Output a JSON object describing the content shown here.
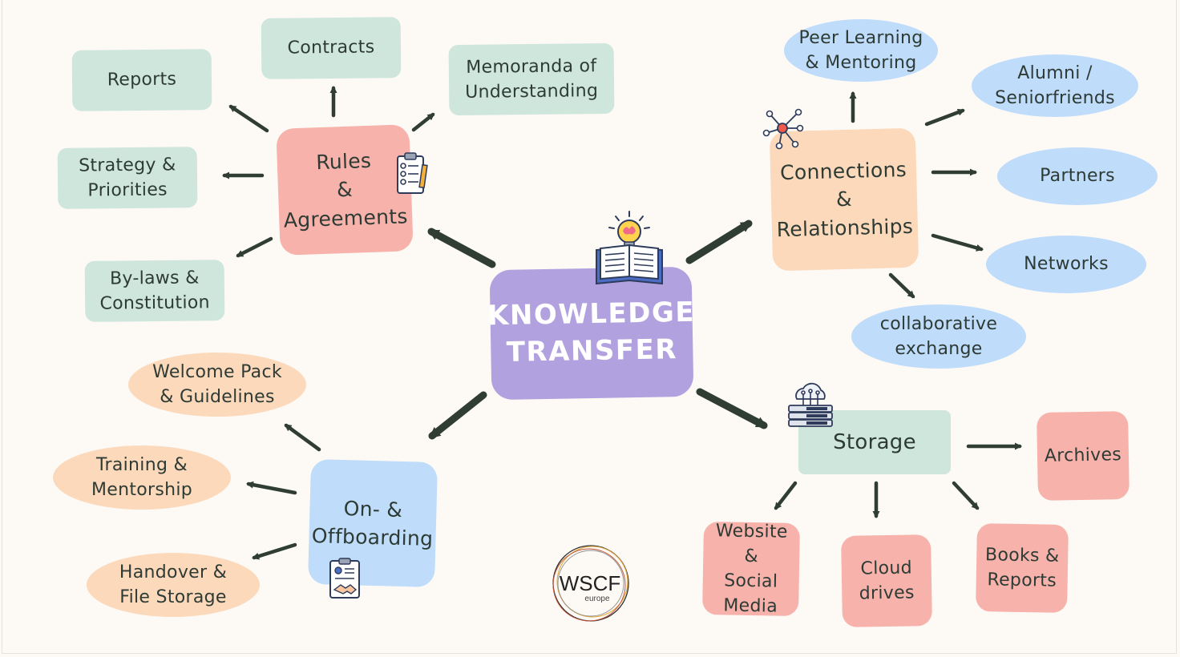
{
  "center": {
    "title": "KNOWLEDGE\nTRANSFER",
    "icon": "book-lightbulb-icon"
  },
  "hubs": {
    "rules": {
      "label": "Rules\n&\nAgreements",
      "icon": "clipboard-checklist-icon"
    },
    "connections": {
      "label": "Connections\n&\nRelationships",
      "icon": "network-nodes-icon"
    },
    "onboarding": {
      "label": "On- &\nOffboarding",
      "icon": "handshake-document-icon"
    },
    "storage": {
      "label": "Storage",
      "icon": "cloud-server-icon"
    }
  },
  "rules_items": [
    {
      "label": "Reports"
    },
    {
      "label": "Contracts"
    },
    {
      "label": "Memoranda of\nUnderstanding"
    },
    {
      "label": "Strategy &\nPriorities"
    },
    {
      "label": "By-laws &\nConstitution"
    }
  ],
  "connections_items": [
    {
      "label": "Peer Learning\n& Mentoring"
    },
    {
      "label": "Alumni /\nSeniorfriends"
    },
    {
      "label": "Partners"
    },
    {
      "label": "Networks"
    },
    {
      "label": "collaborative\nexchange"
    }
  ],
  "onboarding_items": [
    {
      "label": "Welcome Pack\n& Guidelines"
    },
    {
      "label": "Training &\nMentorship"
    },
    {
      "label": "Handover &\nFile Storage"
    }
  ],
  "storage_items": [
    {
      "label": "Archives"
    },
    {
      "label": "Website &\nSocial\nMedia"
    },
    {
      "label": "Cloud\ndrives"
    },
    {
      "label": "Books &\nReports"
    }
  ],
  "logo": {
    "text": "WSCF",
    "subtext": "europe"
  },
  "colors": {
    "arrow": "#2f3d35",
    "mint": "#cfe6dc",
    "pink": "#f7b3ab",
    "peach": "#fcd9bb",
    "blue": "#bfdcfa",
    "center": "#b2a1df"
  }
}
